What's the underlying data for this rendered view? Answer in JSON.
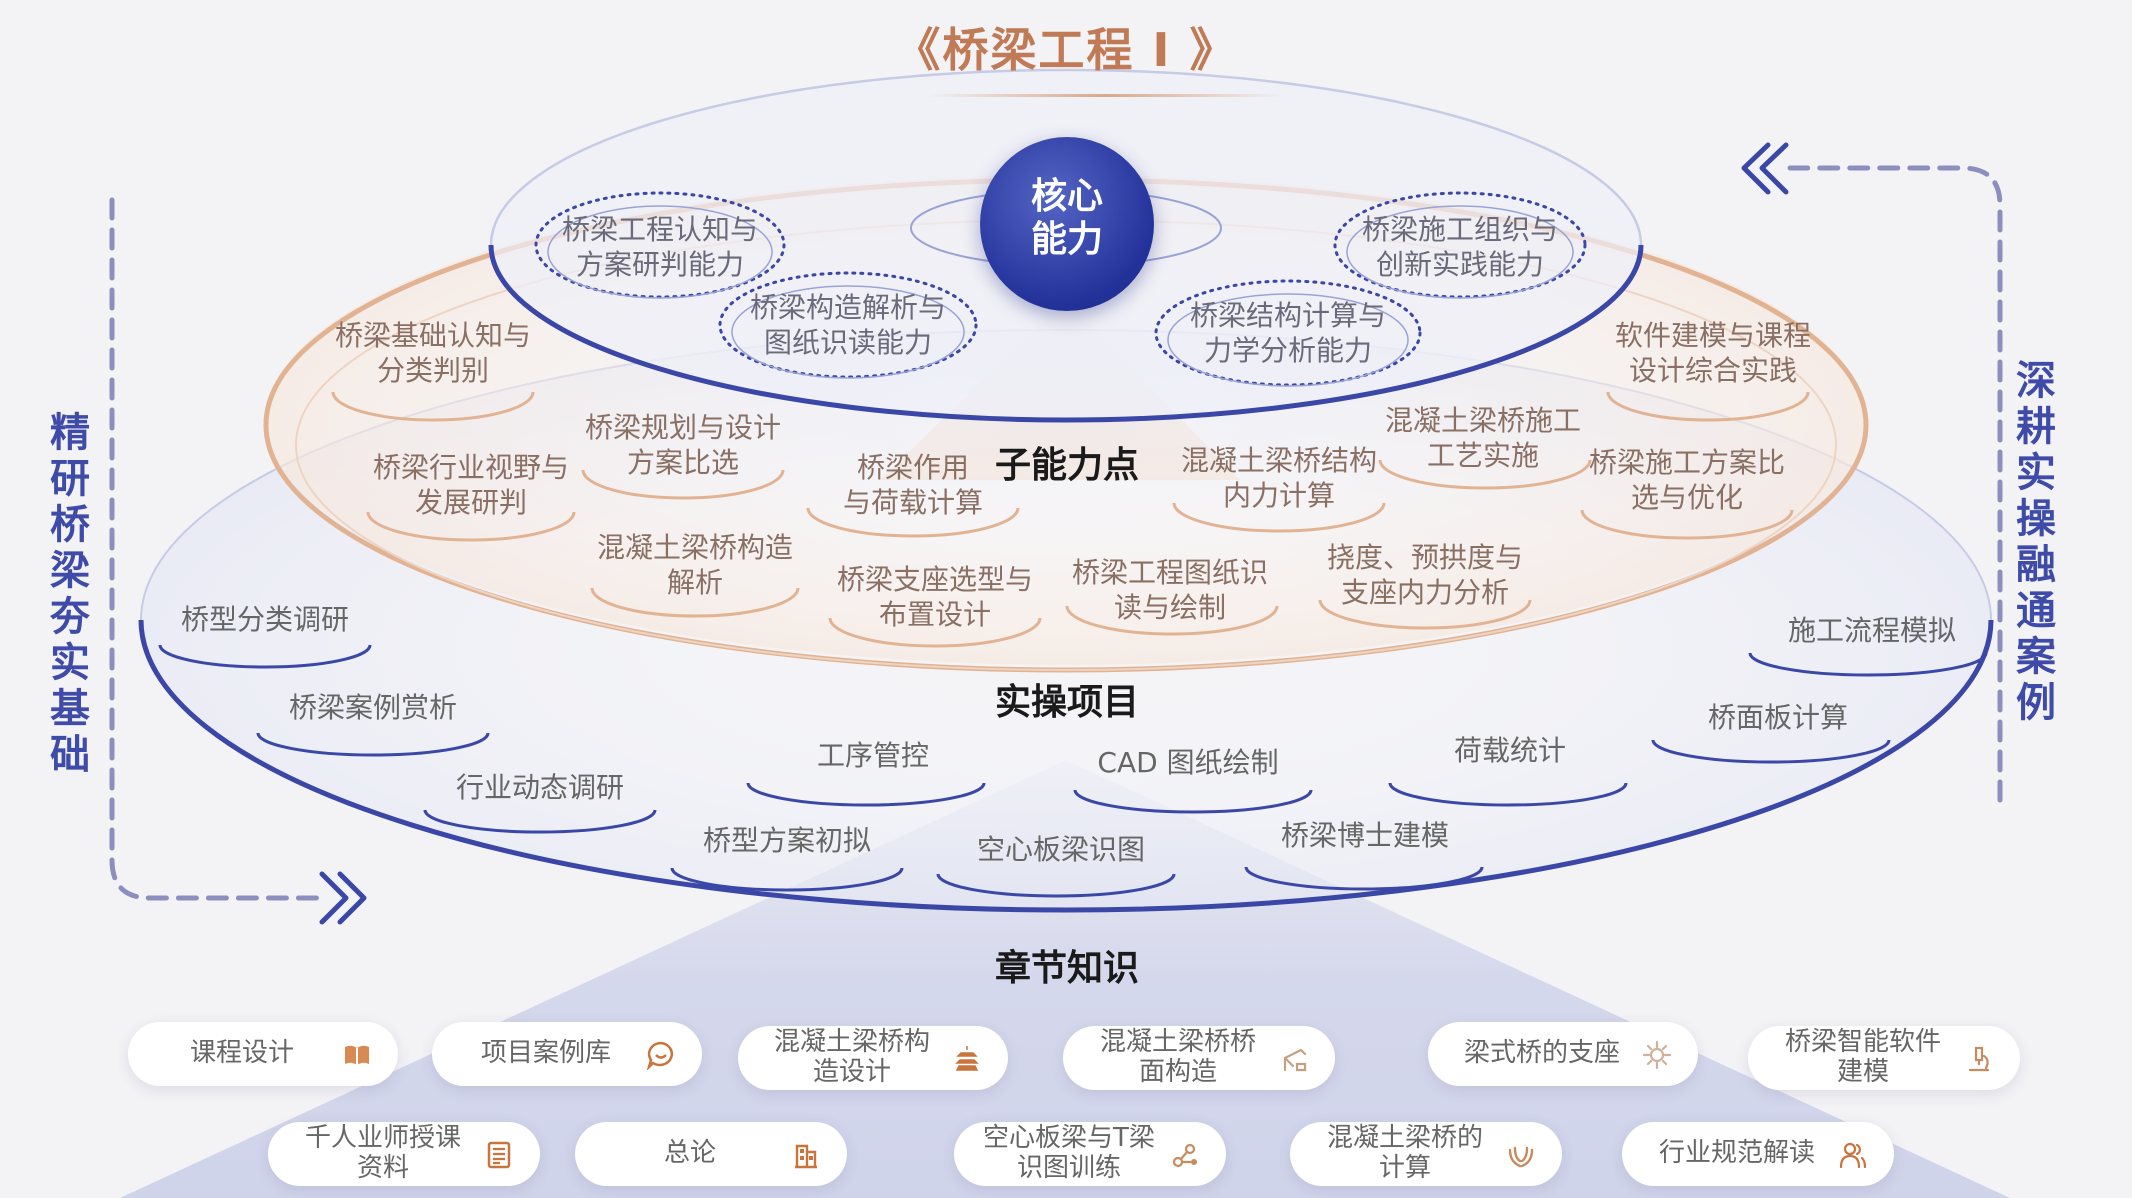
{
  "title": "《桥梁工程 I 》",
  "core": {
    "line1": "核心",
    "line2": "能力"
  },
  "layers": {
    "sub_ability": "子能力点",
    "practice": "实操项目",
    "chapter": "章节知识"
  },
  "side_left": "精研桥梁 夯实基础",
  "side_right": "深耕实操 融通案例",
  "core_abilities": [
    "桥梁工程认知与\n方案研判能力",
    "桥梁构造解析与\n图纸识读能力",
    "桥梁结构计算与\n力学分析能力",
    "桥梁施工组织与\n创新实践能力"
  ],
  "sub_abilities": [
    "桥梁基础认知与\n分类判别",
    "桥梁行业视野与\n发展研判",
    "桥梁规划与设计\n方案比选",
    "混凝土梁桥构造\n解析",
    "桥梁作用\n与荷载计算",
    "桥梁支座选型与\n布置设计",
    "桥梁工程图纸识\n读与绘制",
    "混凝土梁桥结构\n内力计算",
    "挠度、预拱度与\n支座内力分析",
    "混凝土梁桥施工\n工艺实施",
    "桥梁施工方案比\n选与优化",
    "软件建模与课程\n设计综合实践"
  ],
  "practice_items": [
    "桥型分类调研",
    "桥梁案例赏析",
    "行业动态调研",
    "桥型方案初拟",
    "工序管控",
    "空心板梁识图",
    "CAD 图纸绘制",
    "桥梁博士建模",
    "荷载统计",
    "桥面板计算",
    "施工流程模拟"
  ],
  "chapters_row1": [
    {
      "label": "课程设计",
      "icon": "book-icon"
    },
    {
      "label": "项目案例库",
      "icon": "chat-icon"
    },
    {
      "label": "混凝土梁桥构\n造设计",
      "icon": "pagoda-icon"
    },
    {
      "label": "混凝土梁桥桥\n面构造",
      "icon": "crane-icon"
    },
    {
      "label": "梁式桥的支座",
      "icon": "gear-icon"
    },
    {
      "label": "桥梁智能软件\n建模",
      "icon": "microscope-icon"
    }
  ],
  "chapters_row2": [
    {
      "label": "千人业师授课\n资料",
      "icon": "document-icon"
    },
    {
      "label": "总论",
      "icon": "building-icon"
    },
    {
      "label": "空心板梁与T梁\n识图训练",
      "icon": "nodes-icon"
    },
    {
      "label": "混凝土梁桥的\n计算",
      "icon": "hands-icon"
    },
    {
      "label": "行业规范解读",
      "icon": "users-icon"
    }
  ],
  "colors": {
    "title": "#c07a55",
    "core": "#23329a",
    "blue_ring": "#3a47a6",
    "orange_ring": "#e2b393",
    "side_text": "#3f4ba8",
    "chapter_icon_orange": "#c9743d",
    "chapter_icon_gray": "#b8b8b8"
  }
}
